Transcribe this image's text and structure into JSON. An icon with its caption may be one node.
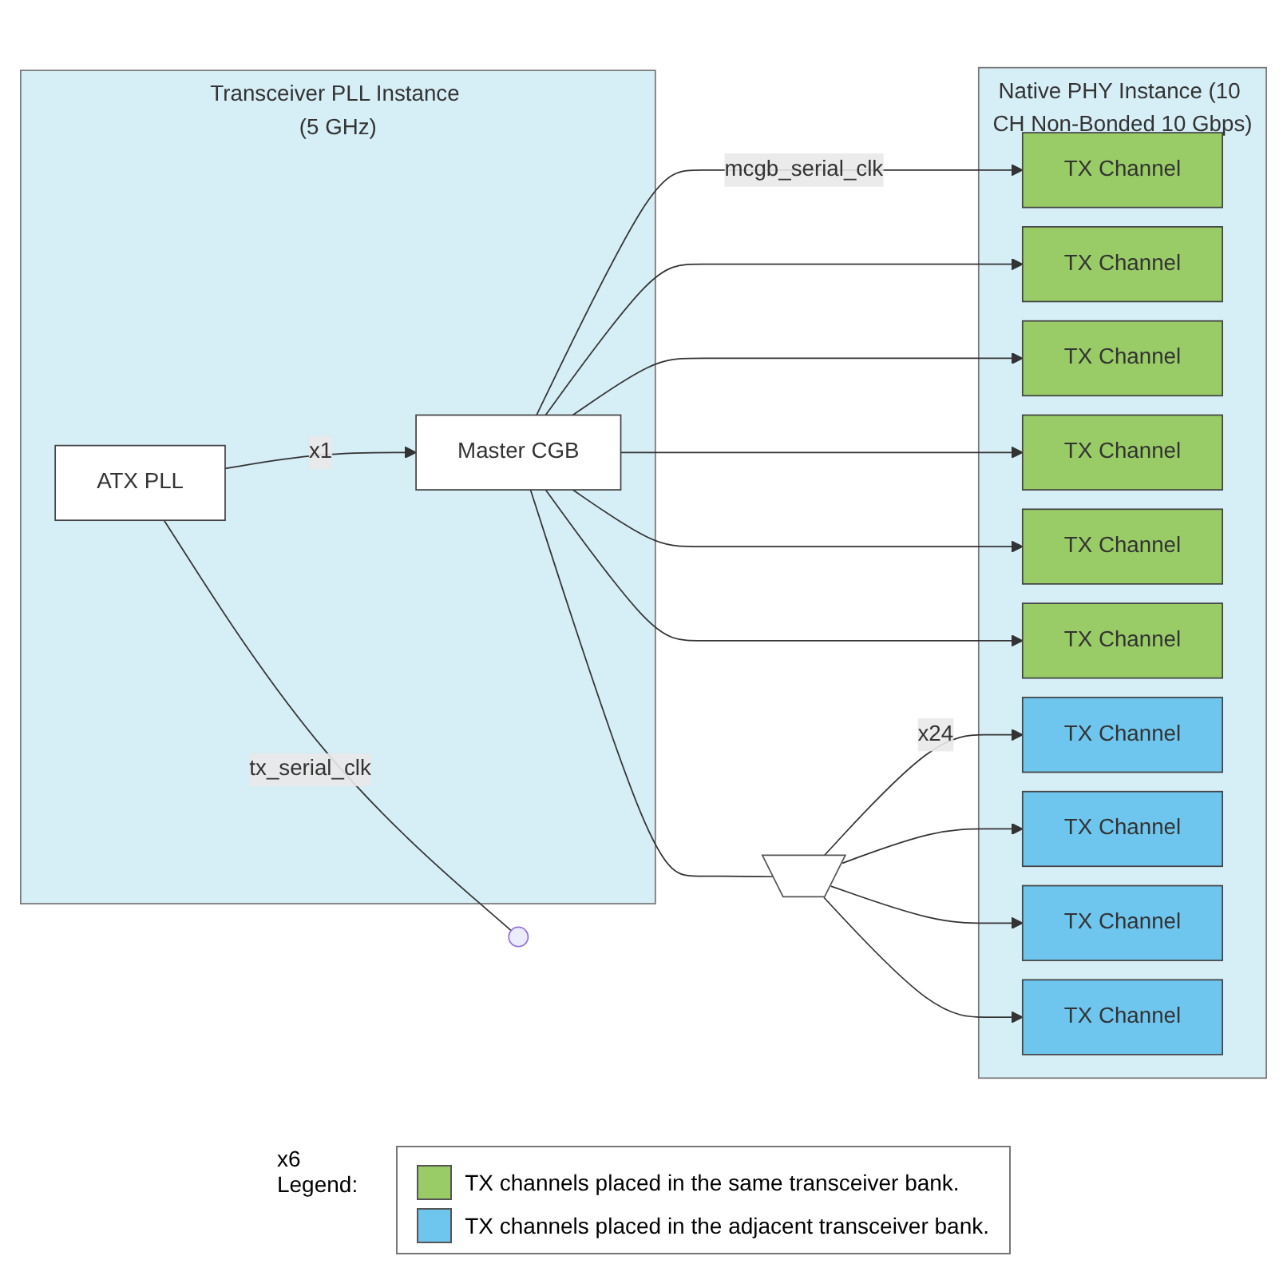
{
  "diagram": {
    "nodes": [
      {
        "text": [
          "Transceiver PLL Instance (5 GHz)"
        ]
      },
      {
        "text": [
          "ATX PLL"
        ],
        "in": 0
      },
      {
        "text": [
          "Master CGB"
        ],
        "in": 0
      },
      {
        "text": [
          "Native PHY Instance (10 CH Non-Bonded 10 Gbps)"
        ]
      },
      {
        "text": [
          "TX Channel"
        ],
        "in": 3
      },
      {
        "text": [
          "TX Channel"
        ],
        "in": 3
      },
      {
        "text": [
          "TX Channel"
        ],
        "in": 3
      },
      {
        "text": [
          "TX Channel"
        ],
        "in": 3
      },
      {
        "text": [
          "TX Channel"
        ],
        "in": 3
      },
      {
        "text": [
          "TX Channel"
        ],
        "in": 3
      },
      {
        "text": [
          "TX Channel"
        ],
        "in": 3
      },
      {
        "text": [
          "TX Channel"
        ],
        "in": 3
      },
      {
        "text": [
          "TX Channel"
        ],
        "in": 3
      },
      {
        "text": [
          "TX Channel"
        ],
        "in": 3
      },
      {
        "text": [],
        "shape": "trapezoid"
      }
    ],
    "edges": [
      {
        "from": 1,
        "to": 2,
        "arrow": "to",
        "label": "x1"
      },
      {
        "from": 1,
        "to": null,
        "arrow": "none",
        "label": "tx_serial_clk"
      },
      {
        "from": 2,
        "to": 4,
        "arrow": "to",
        "label": "mcgb_serial_clk"
      },
      {
        "from": 2,
        "to": 5,
        "arrow": "to"
      },
      {
        "from": 2,
        "to": 6,
        "arrow": "to"
      },
      {
        "from": 2,
        "to": 7,
        "arrow": "to"
      },
      {
        "from": 2,
        "to": 8,
        "arrow": "to"
      },
      {
        "from": 2,
        "to": 9,
        "arrow": "to"
      },
      {
        "from": 2,
        "to": 14,
        "arrow": "none"
      },
      {
        "from": 14,
        "to": 10,
        "arrow": "to",
        "label": "x24"
      },
      {
        "from": 14,
        "to": 11,
        "arrow": "to"
      },
      {
        "from": 14,
        "to": 12,
        "arrow": "to"
      },
      {
        "from": 14,
        "to": 13,
        "arrow": "to"
      }
    ],
    "labels": [
      "x6",
      "Legend:"
    ],
    "legend": [
      {
        "text": "TX channels placed in the same transceiver bank.",
        "color": "#99cc66"
      },
      {
        "text": "TX channels placed in the adjacent transceiver bank.",
        "color": "#6ec6ef"
      }
    ]
  }
}
